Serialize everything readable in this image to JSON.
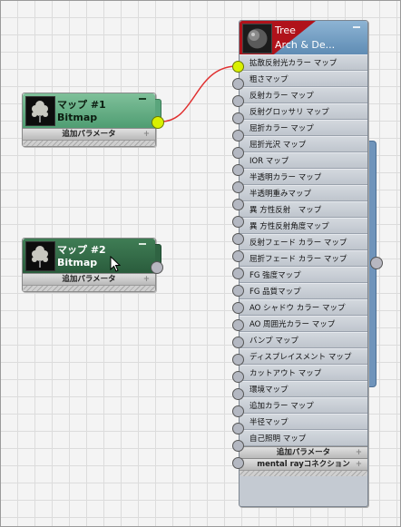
{
  "map_nodes": [
    {
      "title": "マップ #1",
      "subtitle": "Bitmap",
      "params_label": "追加パラメータ",
      "state": "connected"
    },
    {
      "title": "マップ #2",
      "subtitle": "Bitmap",
      "params_label": "追加パラメータ",
      "state": "selected"
    }
  ],
  "material_node": {
    "title": "Tree",
    "subtitle": "Arch & De...",
    "slots": [
      "拡散反射光カラー マップ",
      "粗さマップ",
      "反射カラー マップ",
      "反射グロッサリ マップ",
      "屈折カラー マップ",
      "屈折光沢 マップ",
      "IOR マップ",
      "半透明カラー マップ",
      "半透明重みマップ",
      "異 方性反射　マップ",
      "異 方性反射角度マップ",
      "反射フェード カラー マップ",
      "屈折フェード カラー マップ",
      "FG 強度マップ",
      "FG 品質マップ",
      "AO シャドウ カラー マップ",
      "AO 周囲光カラー マップ",
      "バンプ マップ",
      "ディスプレイスメント マップ",
      "カットアウト マップ",
      "環境マップ",
      "追加カラー マップ",
      "半径マップ",
      "自己照明 マップ"
    ],
    "params_label": "追加パラメータ",
    "mentalray_label": "mental rayコネクション"
  },
  "colors": {
    "wire": "#e03030",
    "active_socket": "#d9f000",
    "material_header": "#6f94bb"
  },
  "icons": {
    "map_thumbnail": "tree-thumbnail-icon",
    "material_thumbnail": "sphere-thumbnail-icon"
  }
}
